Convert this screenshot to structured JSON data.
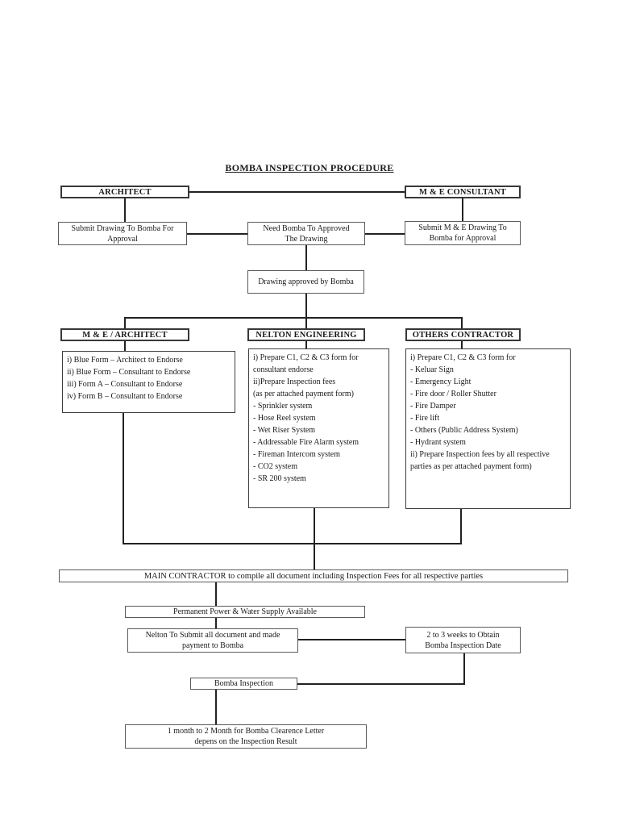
{
  "title": "BOMBA INSPECTION PROCEDURE",
  "boxes": {
    "architect": "ARCHITECT",
    "me_consultant": "M & E CONSULTANT",
    "submit_drawing": [
      "Submit Drawing To Bomba For",
      "Approval"
    ],
    "need_bomba": [
      "Need Bomba To Approved",
      "The Drawing"
    ],
    "submit_me_drawing": [
      "Submit M & E Drawing To",
      "Bomba for Approval"
    ],
    "drawing_approved": "Drawing approved by Bomba",
    "me_architect_header": "M & E / ARCHITECT",
    "nelton_header": "NELTON ENGINEERING",
    "others_header": "OTHERS CONTRACTOR",
    "main_contractor": "MAIN CONTRACTOR to compile all document including Inspection Fees for all respective parties",
    "permanent_power": "Permanent Power & Water Supply Available",
    "nelton_submit": [
      "Nelton To Submit all document and made",
      "payment to Bomba"
    ],
    "obtain_date": [
      "2 to 3 weeks to Obtain",
      "Bomba Inspection Date"
    ],
    "bomba_inspection": "Bomba Inspection",
    "clearance_letter": [
      "1 month to 2 Month for Bomba Clearence Letter",
      "depens on the Inspection Result"
    ]
  },
  "lists": {
    "me_architect": [
      "i) Blue Form – Architect to Endorse",
      "ii) Blue Form – Consultant to Endorse",
      "iii) Form A – Consultant to Endorse",
      "iv) Form B – Consultant to Endorse"
    ],
    "nelton": [
      "i) Prepare C1, C2 & C3 form for",
      "consultant endorse",
      "ii)Prepare Inspection fees",
      "(as per attached payment form)",
      "- Sprinkler system",
      "- Hose Reel system",
      "- Wet Riser System",
      "- Addressable Fire Alarm system",
      "- Fireman Intercom system",
      "- CO2 system",
      "- SR 200 system"
    ],
    "others": [
      "i) Prepare C1, C2 & C3 form for",
      "- Keluar Sign",
      "- Emergency Light",
      "- Fire door / Roller Shutter",
      "- Fire Damper",
      "- Fire lift",
      "- Others (Public Address System)",
      "- Hydrant system",
      "ii) Prepare Inspection fees by all respective",
      "parties as per attached payment form)"
    ]
  }
}
